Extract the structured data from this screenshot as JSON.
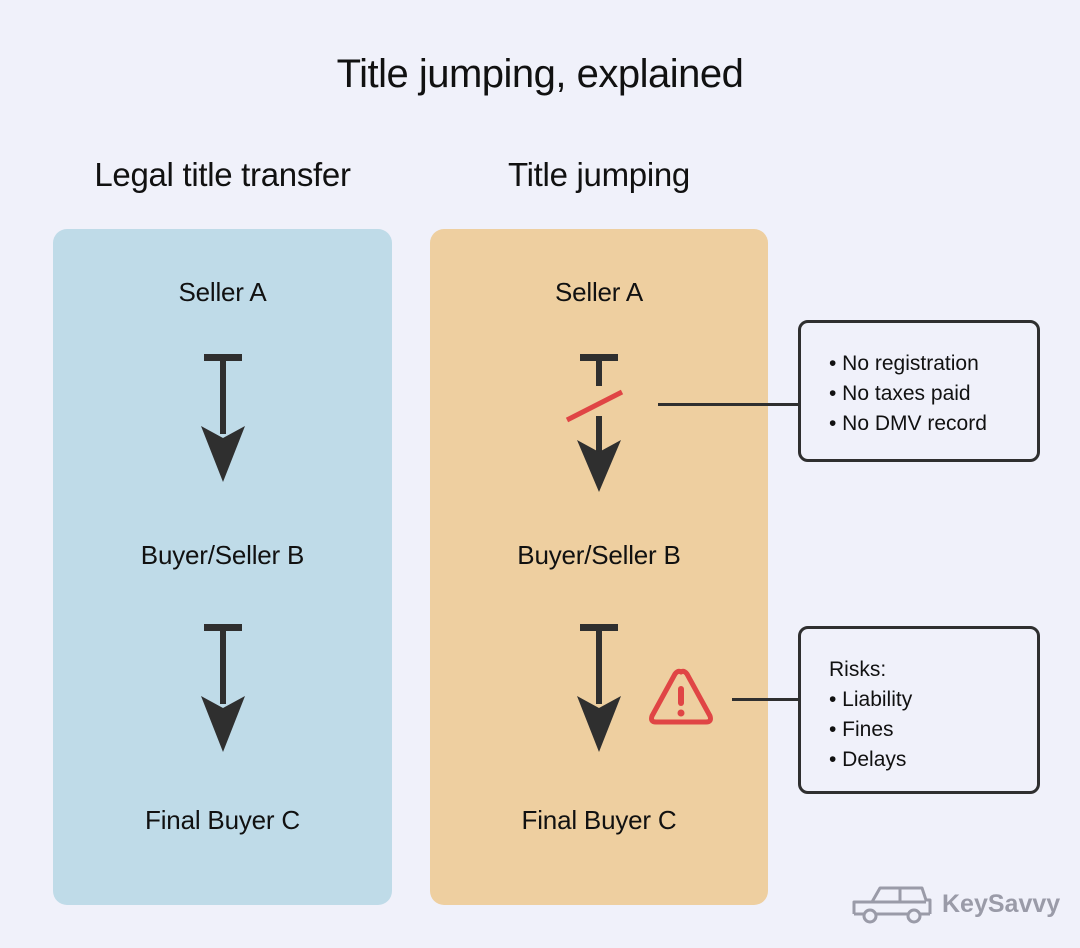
{
  "title": "Title jumping, explained",
  "columns": [
    {
      "heading": "Legal title transfer",
      "color": "#bfdbe8",
      "nodes": [
        "Seller A",
        "Buyer/Seller B",
        "Final Buyer C"
      ]
    },
    {
      "heading": "Title jumping",
      "color": "#eecfa0",
      "nodes": [
        "Seller A",
        "Buyer/Seller B",
        "Final Buyer C"
      ]
    }
  ],
  "callouts": {
    "broken_transfer": {
      "items": [
        "• No registration",
        "• No taxes paid",
        "• No DMV record"
      ]
    },
    "risks": {
      "heading": "Risks:",
      "items": [
        "• Liability",
        "• Fines",
        "• Delays"
      ]
    }
  },
  "icons": {
    "arrow": "arrow-down-icon",
    "break": "broken-link-slash",
    "warning": "warning-triangle-icon"
  },
  "colors": {
    "background": "#f0f1fa",
    "arrow": "#2f2f2f",
    "warning": "#e04545"
  },
  "logo": {
    "text": "KeySavvy"
  }
}
